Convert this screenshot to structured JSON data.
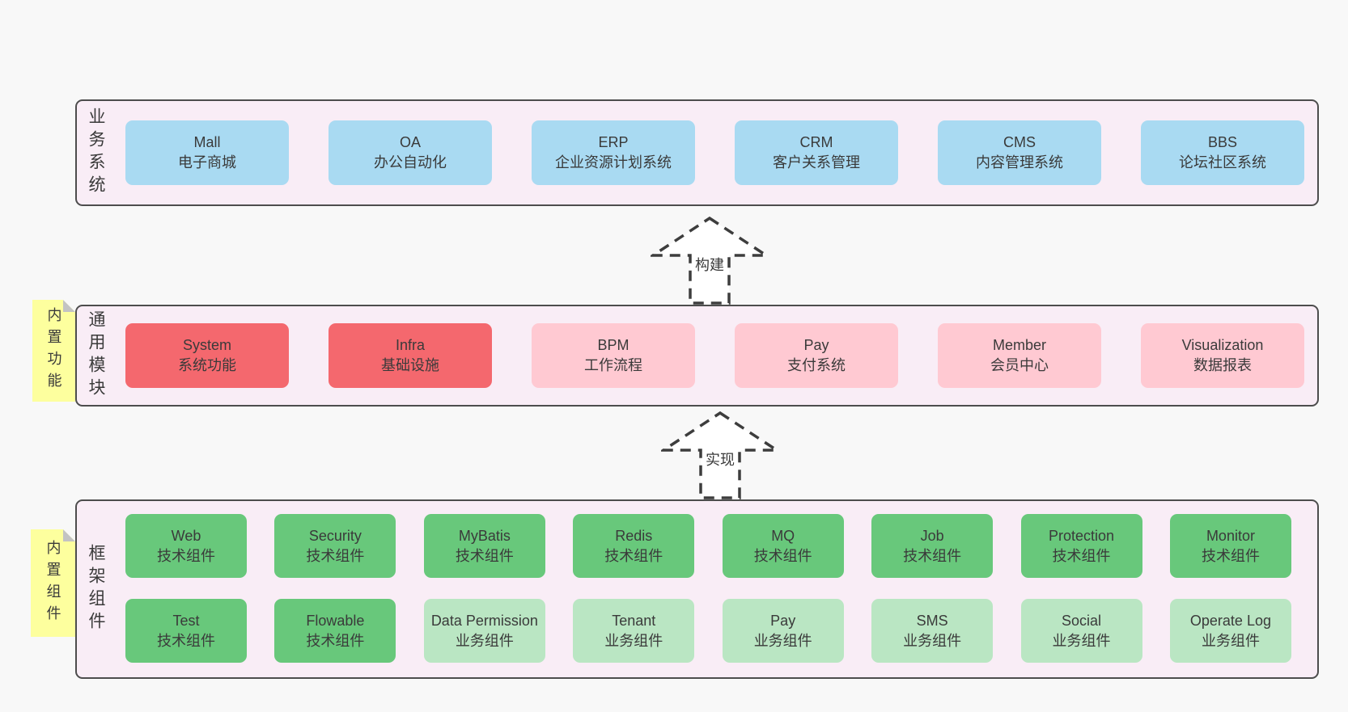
{
  "colors": {
    "page_background": "#f8f8f8",
    "panel_background": "#f9edf6",
    "panel_border": "#4d4d4d",
    "system_box_blue": "#a9daf2",
    "core_module_red": "#f4686e",
    "module_pink": "#ffc9d2",
    "tech_component_green": "#68c87b",
    "biz_component_light_green": "#bae6c3",
    "sticky_note_yellow": "#fdff9e",
    "sticky_fold_gray": "#c3c3c3",
    "arrow_stroke": "#3d3d3d",
    "text": "#3a3a3a"
  },
  "sections": [
    {
      "id": "business-systems",
      "label": "业务系统",
      "boxes": [
        {
          "name": "Mall",
          "desc": "电子商城",
          "variant": "blue"
        },
        {
          "name": "OA",
          "desc": "办公自动化",
          "variant": "blue"
        },
        {
          "name": "ERP",
          "desc": "企业资源计划系统",
          "variant": "blue"
        },
        {
          "name": "CRM",
          "desc": "客户关系管理",
          "variant": "blue"
        },
        {
          "name": "CMS",
          "desc": "内容管理系统",
          "variant": "blue"
        },
        {
          "name": "BBS",
          "desc": "论坛社区系统",
          "variant": "blue"
        }
      ]
    },
    {
      "id": "common-modules",
      "label": "通用模块",
      "sticky": "内置功能",
      "boxes": [
        {
          "name": "System",
          "desc": "系统功能",
          "variant": "red"
        },
        {
          "name": "Infra",
          "desc": "基础设施",
          "variant": "red"
        },
        {
          "name": "BPM",
          "desc": "工作流程",
          "variant": "pink"
        },
        {
          "name": "Pay",
          "desc": "支付系统",
          "variant": "pink"
        },
        {
          "name": "Member",
          "desc": "会员中心",
          "variant": "pink"
        },
        {
          "name": "Visualization",
          "desc": "数据报表",
          "variant": "pink"
        }
      ]
    },
    {
      "id": "framework-components",
      "label": "框架组件",
      "sticky": "内置组件",
      "rows": [
        [
          {
            "name": "Web",
            "desc": "技术组件",
            "variant": "green"
          },
          {
            "name": "Security",
            "desc": "技术组件",
            "variant": "green"
          },
          {
            "name": "MyBatis",
            "desc": "技术组件",
            "variant": "green"
          },
          {
            "name": "Redis",
            "desc": "技术组件",
            "variant": "green"
          },
          {
            "name": "MQ",
            "desc": "技术组件",
            "variant": "green"
          },
          {
            "name": "Job",
            "desc": "技术组件",
            "variant": "green"
          },
          {
            "name": "Protection",
            "desc": "技术组件",
            "variant": "green"
          },
          {
            "name": "Monitor",
            "desc": "技术组件",
            "variant": "green"
          }
        ],
        [
          {
            "name": "Test",
            "desc": "技术组件",
            "variant": "green"
          },
          {
            "name": "Flowable",
            "desc": "技术组件",
            "variant": "green"
          },
          {
            "name": "Data Permission",
            "desc": "业务组件",
            "variant": "lightgreen"
          },
          {
            "name": "Tenant",
            "desc": "业务组件",
            "variant": "lightgreen"
          },
          {
            "name": "Pay",
            "desc": "业务组件",
            "variant": "lightgreen"
          },
          {
            "name": "SMS",
            "desc": "业务组件",
            "variant": "lightgreen"
          },
          {
            "name": "Social",
            "desc": "业务组件",
            "variant": "lightgreen"
          },
          {
            "name": "Operate Log",
            "desc": "业务组件",
            "variant": "lightgreen"
          }
        ]
      ]
    }
  ],
  "arrows": [
    {
      "label": "构建"
    },
    {
      "label": "实现"
    }
  ]
}
